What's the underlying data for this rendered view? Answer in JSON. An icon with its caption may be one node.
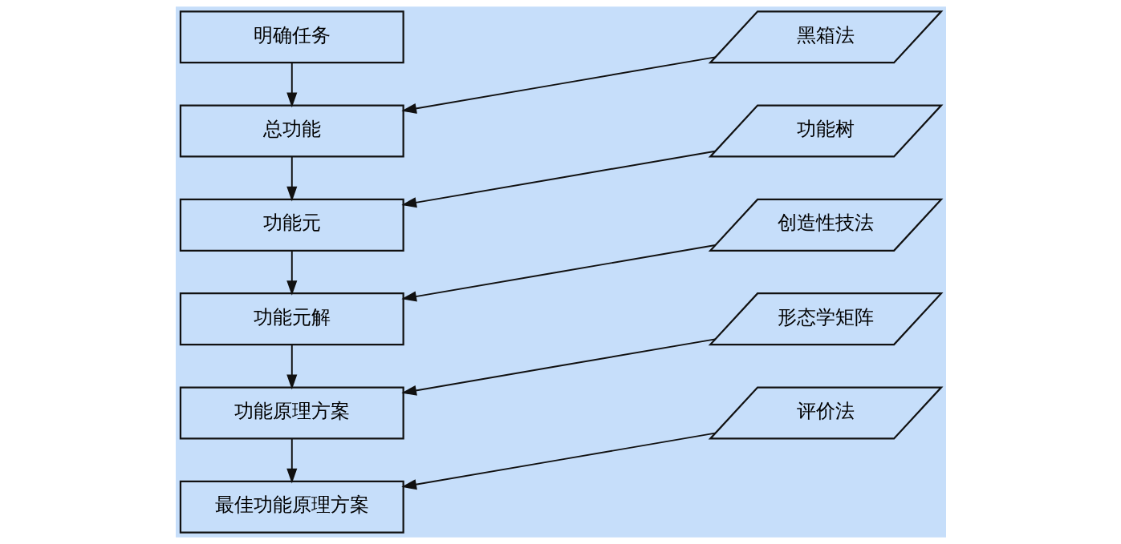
{
  "diagram": {
    "nodes": [
      {
        "text": [
          "明确任务"
        ]
      },
      {
        "text": [
          "黑箱法"
        ]
      },
      {
        "text": [
          "总功能"
        ]
      },
      {
        "text": [
          "功能树"
        ]
      },
      {
        "text": [
          "功能元"
        ]
      },
      {
        "text": [
          "创造性技法"
        ]
      },
      {
        "text": [
          "功能元解"
        ]
      },
      {
        "text": [
          "形态学矩阵"
        ]
      },
      {
        "text": [
          "功能原理方案"
        ]
      },
      {
        "text": [
          "评价法"
        ]
      },
      {
        "text": [
          "最佳功能原理方案"
        ]
      }
    ],
    "edges": [
      {
        "from": 0,
        "to": 2,
        "arrow": "to"
      },
      {
        "from": 1,
        "to": 2,
        "arrow": "to"
      },
      {
        "from": 2,
        "to": 4,
        "arrow": "to"
      },
      {
        "from": 3,
        "to": 4,
        "arrow": "to"
      },
      {
        "from": 4,
        "to": 6,
        "arrow": "to"
      },
      {
        "from": 5,
        "to": 6,
        "arrow": "to"
      },
      {
        "from": 6,
        "to": 8,
        "arrow": "to"
      },
      {
        "from": 7,
        "to": 8,
        "arrow": "to"
      },
      {
        "from": 8,
        "to": 10,
        "arrow": "to"
      },
      {
        "from": 9,
        "to": 10,
        "arrow": "to"
      }
    ]
  }
}
